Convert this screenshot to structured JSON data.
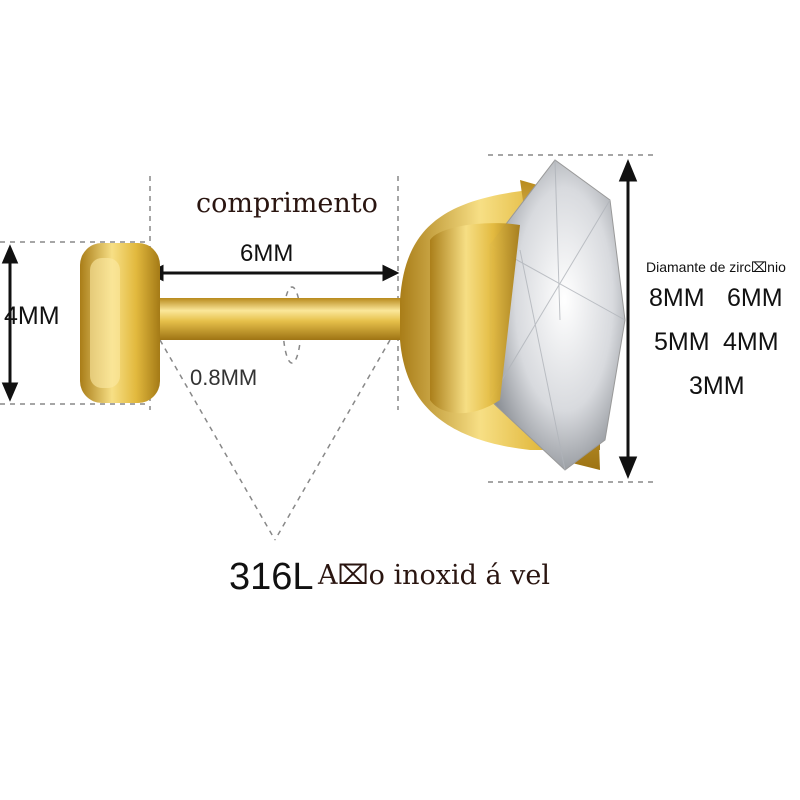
{
  "labels": {
    "length_title": "comprimento",
    "length_value": "6MM",
    "head_height": "4MM",
    "pin_diameter": "0.8MM",
    "material_grade": "316L",
    "material_name": "A⌧o inoxid á vel",
    "stone_title": "Diamante de zirc⌧nio",
    "stone_sizes": [
      "8MM",
      "6MM",
      "5MM",
      "4MM",
      "3MM"
    ]
  },
  "colors": {
    "gold": "#e6c04a",
    "gold_dark": "#b88a1c",
    "dash": "#777777"
  }
}
